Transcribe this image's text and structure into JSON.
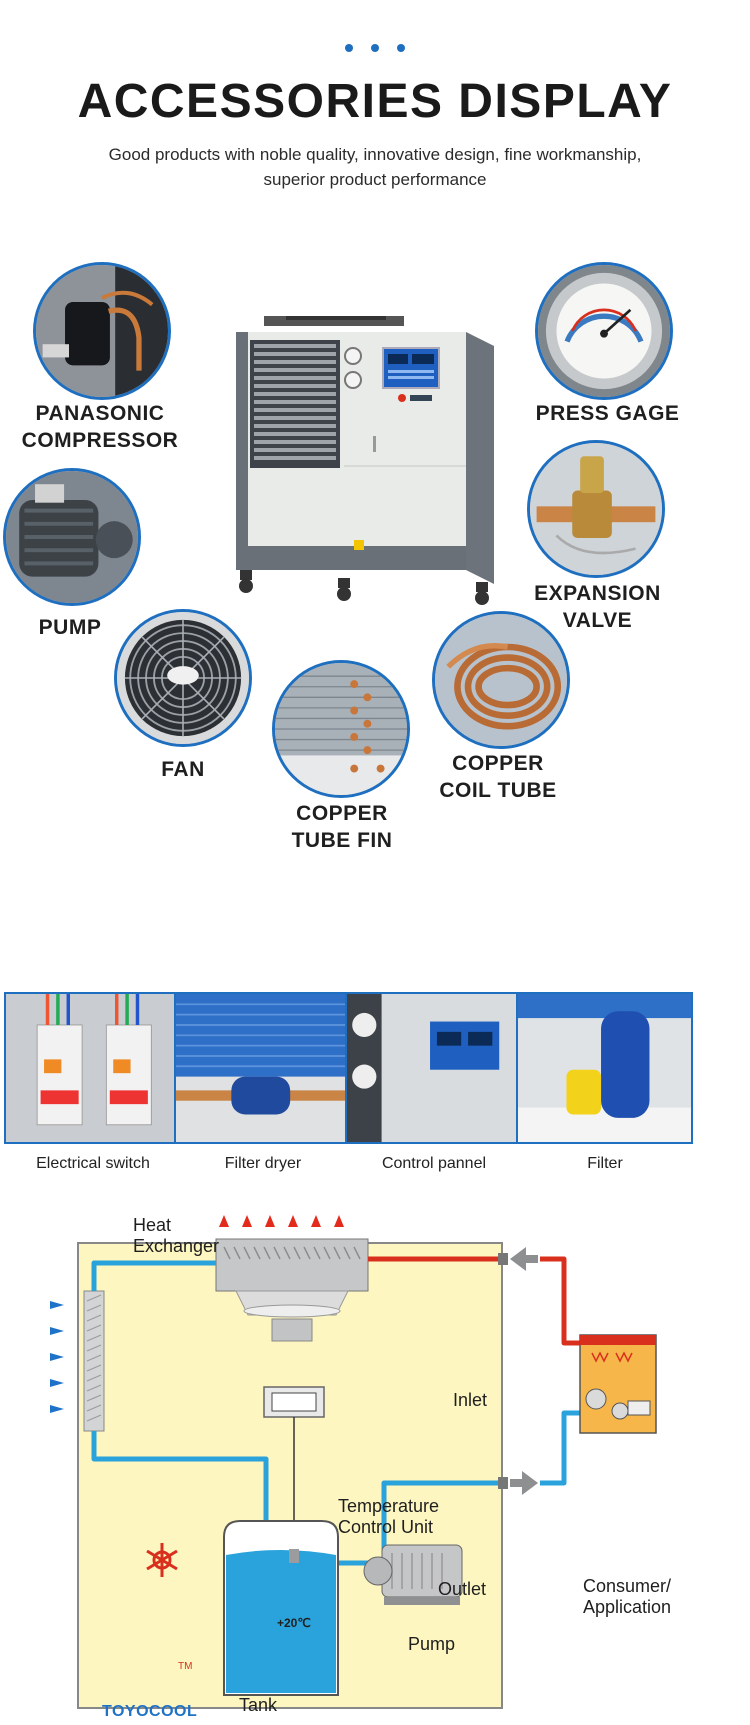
{
  "header": {
    "title": "ACCESSORIES DISPLAY",
    "subtitle": "Good products with noble quality, innovative design, fine workmanship, superior product performance"
  },
  "accessories": {
    "compressor": "PANASONIC\nCOMPRESSOR",
    "pump": "PUMP",
    "fan": "FAN",
    "copper_tube_fin": "COPPER\nTUBE FIN",
    "copper_coil_tube": "COPPER\nCOIL TUBE",
    "expansion_valve": "EXPANSION\nVALVE",
    "press_gage": "PRESS GAGE"
  },
  "photos": [
    {
      "caption": "Electrical switch"
    },
    {
      "caption": "Filter dryer"
    },
    {
      "caption": "Control pannel"
    },
    {
      "caption": "Filter"
    }
  ],
  "diagram": {
    "heat_exchanger": "Heat\nExchanger",
    "temperature_control_unit": "Temperature\nControl Unit",
    "temperature_display": "+20℃",
    "inlet": "Inlet",
    "outlet": "Outlet",
    "pump": "Pump",
    "tank": "Tank",
    "consumer": "Consumer/\nApplication",
    "brand": "TOYOCOOL",
    "trademark": "TM"
  },
  "colors": {
    "accent_blue": "#1e6fc0",
    "panel_yellow": "#fdf6c0",
    "cold_water": "#2aa3dc",
    "hot_water": "#d9301e"
  }
}
